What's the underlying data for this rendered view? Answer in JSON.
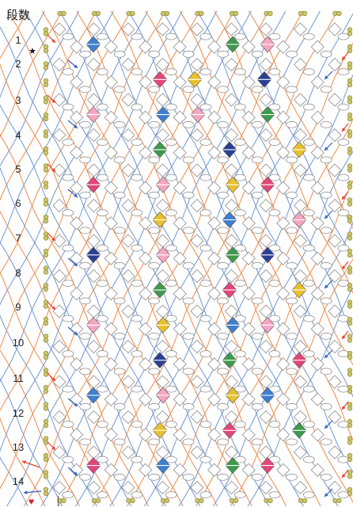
{
  "header": {
    "label": "段数"
  },
  "rows": [
    "1",
    "2",
    "3",
    "4",
    "5",
    "6",
    "7",
    "8",
    "9",
    "10",
    "11",
    "12",
    "13",
    "14"
  ],
  "markers": {
    "start_symbol": "★",
    "end_symbol": "♥"
  },
  "colors": {
    "line_blue": "#6f97cf",
    "line_orange": "#ec8a4a",
    "bead_outline": "#8a8a8a",
    "edge_bead": "#c9c66d",
    "arrow_red": "#e6432c",
    "arrow_blue": "#2f62c4",
    "crystal_blue": "#3f7fd0",
    "crystal_navy": "#2a3f94",
    "crystal_green": "#3e9a4c",
    "crystal_pink": "#e2467a",
    "crystal_light_pink": "#f4a6c3",
    "crystal_yellow": "#e9c12c"
  },
  "crystals": [
    {
      "row": 1,
      "slot": 1,
      "color": "crystal_blue"
    },
    {
      "row": 1,
      "slot": 5,
      "color": "crystal_green"
    },
    {
      "row": 1,
      "slot": 6,
      "color": "crystal_light_pink"
    },
    {
      "row": 2,
      "slot": 2,
      "color": "crystal_pink"
    },
    {
      "row": 2,
      "slot": 3,
      "color": "crystal_yellow"
    },
    {
      "row": 2,
      "slot": 5,
      "color": "crystal_navy"
    },
    {
      "row": 3,
      "slot": 1,
      "color": "crystal_light_pink"
    },
    {
      "row": 3,
      "slot": 3,
      "color": "crystal_blue"
    },
    {
      "row": 3,
      "slot": 4,
      "color": "crystal_light_pink"
    },
    {
      "row": 3,
      "slot": 6,
      "color": "crystal_green"
    },
    {
      "row": 4,
      "slot": 2,
      "color": "crystal_green"
    },
    {
      "row": 4,
      "slot": 4,
      "color": "crystal_navy"
    },
    {
      "row": 4,
      "slot": 6,
      "color": "crystal_yellow"
    },
    {
      "row": 5,
      "slot": 1,
      "color": "crystal_pink"
    },
    {
      "row": 5,
      "slot": 3,
      "color": "crystal_light_pink"
    },
    {
      "row": 5,
      "slot": 5,
      "color": "crystal_yellow"
    },
    {
      "row": 5,
      "slot": 6,
      "color": "crystal_pink"
    },
    {
      "row": 6,
      "slot": 2,
      "color": "crystal_yellow"
    },
    {
      "row": 6,
      "slot": 4,
      "color": "crystal_blue"
    },
    {
      "row": 6,
      "slot": 6,
      "color": "crystal_light_pink"
    },
    {
      "row": 7,
      "slot": 1,
      "color": "crystal_navy"
    },
    {
      "row": 7,
      "slot": 3,
      "color": "crystal_light_pink"
    },
    {
      "row": 7,
      "slot": 5,
      "color": "crystal_green"
    },
    {
      "row": 7,
      "slot": 6,
      "color": "crystal_navy"
    },
    {
      "row": 8,
      "slot": 2,
      "color": "crystal_green"
    },
    {
      "row": 8,
      "slot": 4,
      "color": "crystal_pink"
    },
    {
      "row": 8,
      "slot": 6,
      "color": "crystal_yellow"
    },
    {
      "row": 9,
      "slot": 1,
      "color": "crystal_light_pink"
    },
    {
      "row": 9,
      "slot": 3,
      "color": "crystal_yellow"
    },
    {
      "row": 9,
      "slot": 5,
      "color": "crystal_blue"
    },
    {
      "row": 9,
      "slot": 6,
      "color": "crystal_light_pink"
    },
    {
      "row": 10,
      "slot": 2,
      "color": "crystal_navy"
    },
    {
      "row": 10,
      "slot": 4,
      "color": "crystal_green"
    },
    {
      "row": 10,
      "slot": 6,
      "color": "crystal_pink"
    },
    {
      "row": 11,
      "slot": 1,
      "color": "crystal_blue"
    },
    {
      "row": 11,
      "slot": 3,
      "color": "crystal_light_pink"
    },
    {
      "row": 11,
      "slot": 5,
      "color": "crystal_yellow"
    },
    {
      "row": 11,
      "slot": 6,
      "color": "crystal_blue"
    },
    {
      "row": 12,
      "slot": 2,
      "color": "crystal_yellow"
    },
    {
      "row": 12,
      "slot": 4,
      "color": "crystal_pink"
    },
    {
      "row": 12,
      "slot": 6,
      "color": "crystal_green"
    },
    {
      "row": 13,
      "slot": 1,
      "color": "crystal_pink"
    },
    {
      "row": 13,
      "slot": 3,
      "color": "crystal_blue"
    },
    {
      "row": 13,
      "slot": 5,
      "color": "crystal_green"
    },
    {
      "row": 13,
      "slot": 6,
      "color": "crystal_pink"
    }
  ]
}
